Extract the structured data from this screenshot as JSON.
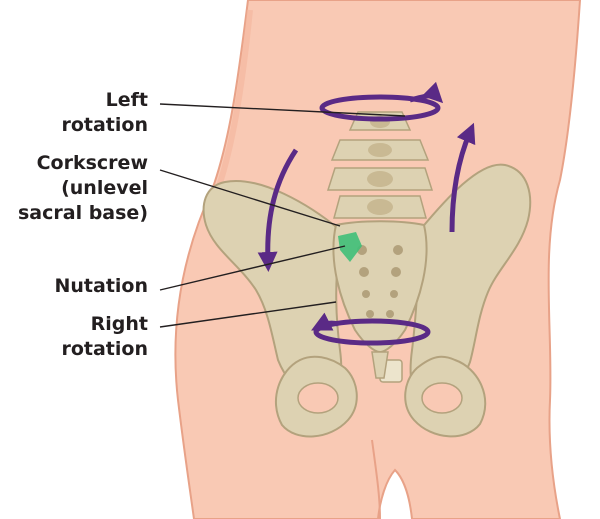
{
  "labels": {
    "left_rotation": {
      "line1": "Left",
      "line2": "rotation"
    },
    "corkscrew": {
      "line1": "Corkscrew",
      "line2": "(unlevel",
      "line3": "sacral base)"
    },
    "nutation": {
      "line1": "Nutation"
    },
    "right_rotation": {
      "line1": "Right",
      "line2": "rotation"
    }
  },
  "colors": {
    "skin": "#f9c9b4",
    "skin_outline": "#e8a288",
    "bone": "#ddd2b2",
    "bone_shadow": "#b3a27d",
    "arrow": "#5a2a86",
    "highlight": "#3fbf78",
    "leader_line": "#231f20"
  },
  "icons": {
    "rotation_arrow": "curved-arrow-icon"
  }
}
